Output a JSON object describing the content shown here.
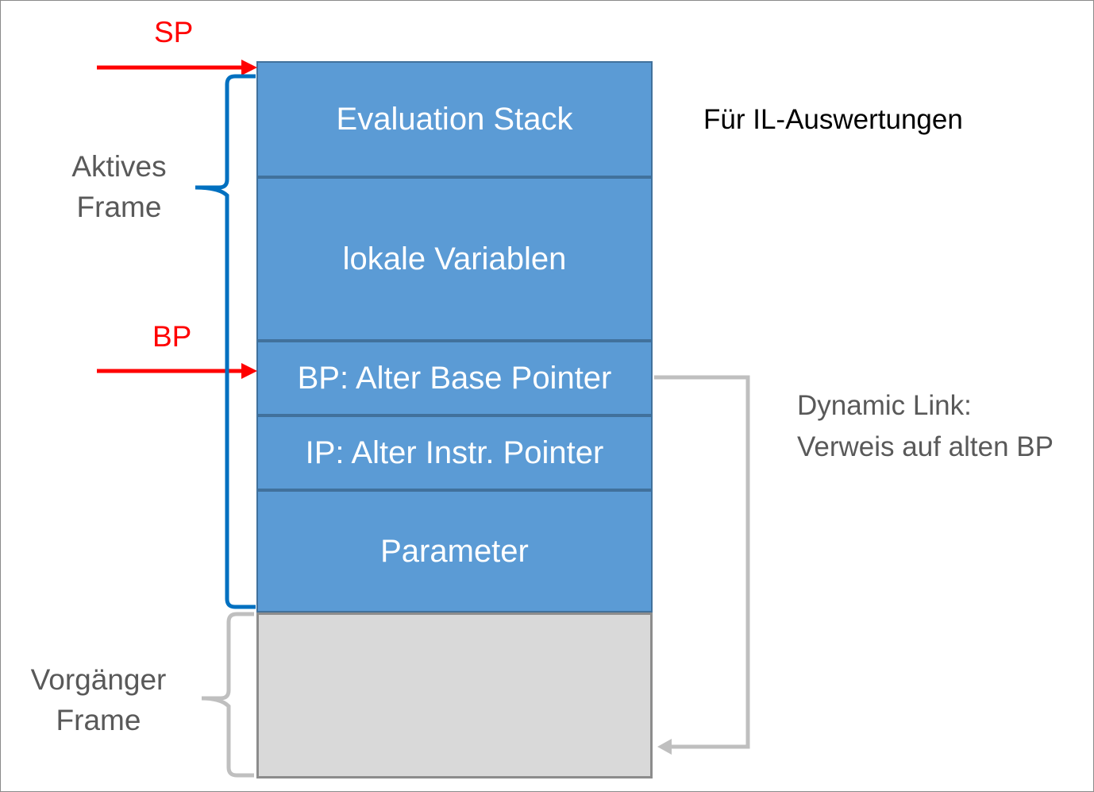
{
  "pointers": {
    "sp": "SP",
    "bp": "BP"
  },
  "stack": {
    "evaluation_stack": "Evaluation Stack",
    "local_variables": "lokale Variablen",
    "base_pointer": "BP: Alter Base Pointer",
    "instr_pointer": "IP: Alter Instr. Pointer",
    "parameter": "Parameter"
  },
  "frames": {
    "active_line1": "Aktives",
    "active_line2": "Frame",
    "previous_line1": "Vorgänger",
    "previous_line2": "Frame"
  },
  "notes": {
    "il_evaluations": "Für IL-Auswertungen",
    "dynamic_link_line1": "Dynamic Link:",
    "dynamic_link_line2": "Verweis auf alten BP"
  },
  "colors": {
    "pointer_arrow": "#ff0000",
    "active_frame": "#5b9bd5",
    "active_brace": "#0070c0",
    "previous_frame": "#d9d9d9",
    "link_arrow": "#bfbfbf"
  }
}
